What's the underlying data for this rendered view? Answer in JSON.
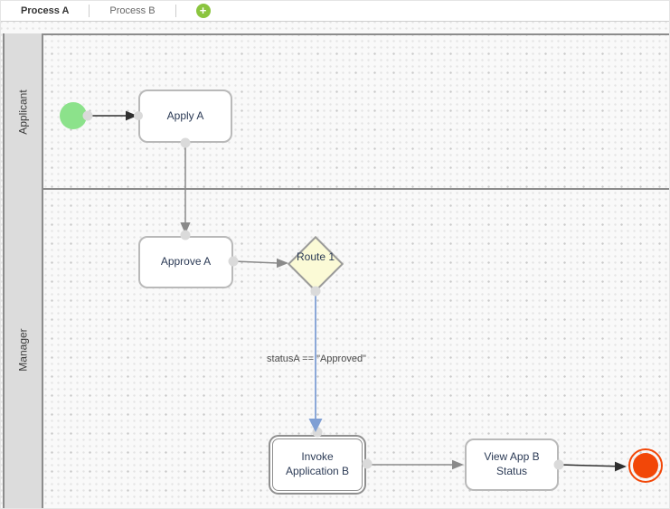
{
  "tabbar": {
    "items": [
      {
        "label": "Process A",
        "active": true
      },
      {
        "label": "Process B",
        "active": false
      }
    ],
    "add_icon": "+"
  },
  "lanes": [
    {
      "label": "Applicant"
    },
    {
      "label": "Manager"
    }
  ],
  "nodes": {
    "start_event": {
      "type": "start-event"
    },
    "apply_a": {
      "label": "Apply A"
    },
    "approve_a": {
      "label": "Approve A"
    },
    "route_1": {
      "label": "Route 1"
    },
    "invoke_app_b": {
      "label": "Invoke Application B"
    },
    "view_app_b": {
      "label": "View App B Status"
    },
    "end_event": {
      "type": "end-event"
    }
  },
  "edges": {
    "condition_label": "statusA == \"Approved\""
  },
  "colors": {
    "start_event": "#8ce28b",
    "end_event": "#f24708",
    "gateway_fill": "#fbfad6",
    "add_button": "#8bc53f",
    "edge_black": "#2f2f2f",
    "edge_gray": "#8a8a8a",
    "edge_blue": "#7f9fd4",
    "lane_header": "#dcdcdc",
    "node_text": "#2b3a55"
  }
}
